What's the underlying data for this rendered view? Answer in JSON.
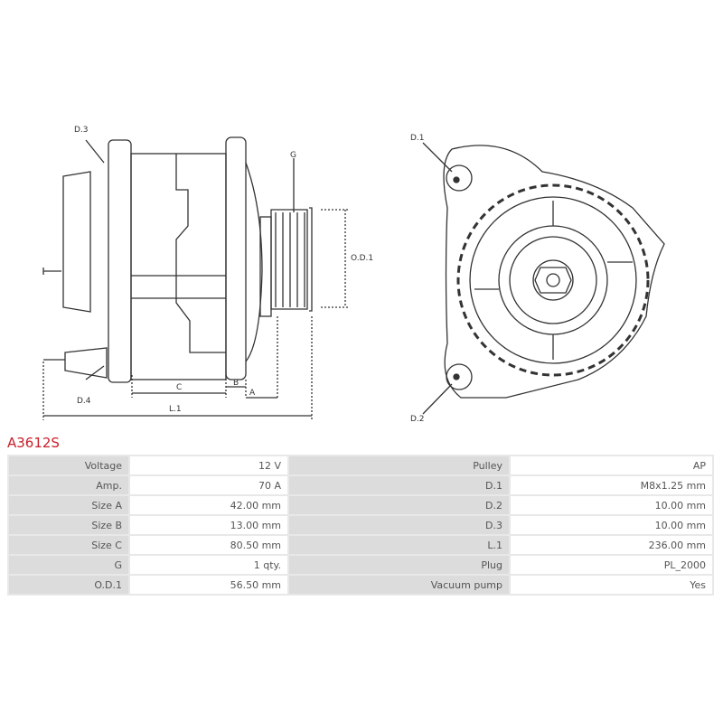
{
  "product": {
    "code": "A3612S"
  },
  "drawing": {
    "labels": {
      "d3": "D.3",
      "d4": "D.4",
      "g": "G",
      "od1": "O.D.1",
      "c": "C",
      "b": "B",
      "a": "A",
      "l1": "L.1",
      "d1": "D.1",
      "d2": "D.2"
    }
  },
  "specs": [
    {
      "label": "Voltage",
      "value": "12 V",
      "label2": "Pulley",
      "value2": "AP"
    },
    {
      "label": "Amp.",
      "value": "70 A",
      "label2": "D.1",
      "value2": "M8x1.25 mm"
    },
    {
      "label": "Size A",
      "value": "42.00 mm",
      "label2": "D.2",
      "value2": "10.00 mm"
    },
    {
      "label": "Size B",
      "value": "13.00 mm",
      "label2": "D.3",
      "value2": "10.00 mm"
    },
    {
      "label": "Size C",
      "value": "80.50 mm",
      "label2": "L.1",
      "value2": "236.00 mm"
    },
    {
      "label": "G",
      "value": "1 qty.",
      "label2": "Plug",
      "value2": "PL_2000"
    },
    {
      "label": "O.D.1",
      "value": "56.50 mm",
      "label2": "Vacuum pump",
      "value2": "Yes"
    }
  ]
}
